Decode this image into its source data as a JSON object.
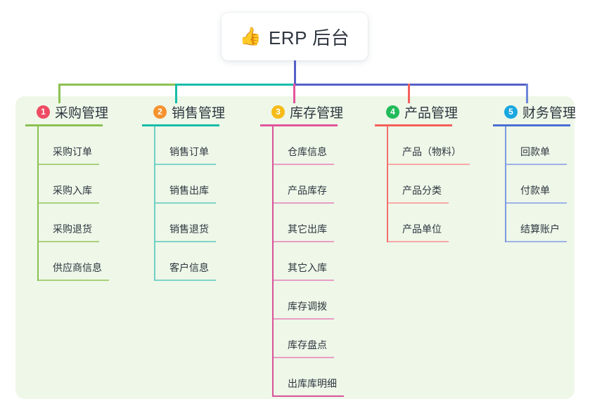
{
  "root": {
    "icon": "thumbs-up-icon",
    "emoji": "👍",
    "title": "ERP 后台"
  },
  "colors": {
    "panel_bg": "#eef7e8",
    "stem": "#5560c8",
    "bus_left": "#8cc152",
    "bus_mid": "#17bdaa",
    "bus_right": "#5560c8",
    "branch1": "#8cc152",
    "branch2": "#17bdaa",
    "branch3": "#e2559d",
    "branch4": "#f4605b",
    "branch5": "#6d87d8",
    "badge1": "#ef4c64",
    "badge2": "#f6922e",
    "badge3": "#f7bb17",
    "badge4": "#22bb5b",
    "badge5": "#19a7e0"
  },
  "branches": [
    {
      "number": "1",
      "title": "采购管理",
      "badge_color": "#ef4c64",
      "line_color": "#8cc152",
      "items": [
        {
          "label": "采购订单"
        },
        {
          "label": "采购入库"
        },
        {
          "label": "采购退货"
        },
        {
          "label": "供应商信息"
        }
      ]
    },
    {
      "number": "2",
      "title": "销售管理",
      "badge_color": "#f6922e",
      "line_color": "#17bdaa",
      "items": [
        {
          "label": "销售订单"
        },
        {
          "label": "销售出库"
        },
        {
          "label": "销售退货"
        },
        {
          "label": "客户信息"
        }
      ]
    },
    {
      "number": "3",
      "title": "库存管理",
      "badge_color": "#f7bb17",
      "line_color": "#e2559d",
      "items": [
        {
          "label": "仓库信息"
        },
        {
          "label": "产品库存"
        },
        {
          "label": "其它出库"
        },
        {
          "label": "其它入库"
        },
        {
          "label": "库存调拨"
        },
        {
          "label": "库存盘点"
        },
        {
          "label": "出库库明细"
        }
      ]
    },
    {
      "number": "4",
      "title": "产品管理",
      "badge_color": "#22bb5b",
      "line_color": "#f4605b",
      "items": [
        {
          "label": "产品（物料）"
        },
        {
          "label": "产品分类"
        },
        {
          "label": "产品单位"
        }
      ]
    },
    {
      "number": "5",
      "title": "财务管理",
      "badge_color": "#19a7e0",
      "line_color": "#6d87d8",
      "items": [
        {
          "label": "回款单"
        },
        {
          "label": "付款单"
        },
        {
          "label": "结算账户"
        }
      ]
    }
  ]
}
